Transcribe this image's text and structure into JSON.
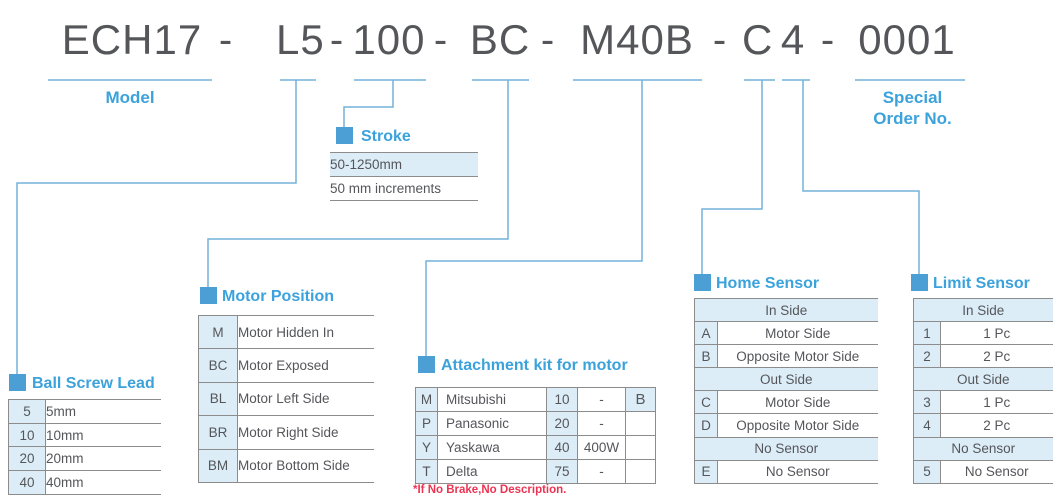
{
  "colors": {
    "accent_blue": "#3ba2db",
    "marker_blue": "#4c9fd5",
    "line_blue": "#74b2dc",
    "cell_bg_blue": "#dcedf8",
    "rule_gray": "#8c8c8c",
    "title_gray": "#55565a",
    "note_red": "#ee3352"
  },
  "model_number": {
    "full": "ECH17-L5-100-BC-M40B-C4-0001",
    "segments": [
      "ECH17",
      "-",
      "L5",
      "-",
      "100",
      "-",
      "BC",
      "-",
      "M40B",
      "-",
      "C",
      "4",
      "-",
      "0001"
    ]
  },
  "labels": {
    "model": "Model",
    "special_order_line1": "Special",
    "special_order_line2": "Order No."
  },
  "sections": {
    "stroke": {
      "title": "Stroke",
      "range": "50-1250mm",
      "increments": "50 mm increments"
    },
    "ball_screw_lead": {
      "title": "Ball Screw Lead",
      "rows": [
        {
          "code": "5",
          "label": "5mm"
        },
        {
          "code": "10",
          "label": "10mm"
        },
        {
          "code": "20",
          "label": "20mm"
        },
        {
          "code": "40",
          "label": "40mm"
        }
      ]
    },
    "motor_position": {
      "title": "Motor Position",
      "rows": [
        {
          "code": "M",
          "label": "Motor Hidden In"
        },
        {
          "code": "BC",
          "label": "Motor Exposed"
        },
        {
          "code": "BL",
          "label": "Motor Left Side"
        },
        {
          "code": "BR",
          "label": "Motor Right Side"
        },
        {
          "code": "BM",
          "label": "Motor Bottom Side"
        }
      ]
    },
    "attachment_kit": {
      "title": "Attachment kit for motor",
      "rows": [
        {
          "code": "M",
          "brand": "Mitsubishi",
          "power_code": "10",
          "watt": "-",
          "brake": "B"
        },
        {
          "code": "P",
          "brand": "Panasonic",
          "power_code": "20",
          "watt": "-",
          "brake": ""
        },
        {
          "code": "Y",
          "brand": "Yaskawa",
          "power_code": "40",
          "watt": "400W",
          "brake": ""
        },
        {
          "code": "T",
          "brand": "Delta",
          "power_code": "75",
          "watt": "-",
          "brake": ""
        }
      ],
      "note": "*If No Brake,No Description."
    },
    "home_sensor": {
      "title": "Home Sensor",
      "groups": [
        {
          "band": "In Side",
          "rows": [
            {
              "code": "A",
              "label": "Motor Side"
            },
            {
              "code": "B",
              "label": "Opposite Motor Side"
            }
          ]
        },
        {
          "band": "Out Side",
          "rows": [
            {
              "code": "C",
              "label": "Motor Side"
            },
            {
              "code": "D",
              "label": "Opposite Motor Side"
            }
          ]
        },
        {
          "band": "No Sensor",
          "rows": [
            {
              "code": "E",
              "label": "No Sensor"
            }
          ]
        }
      ]
    },
    "limit_sensor": {
      "title": "Limit Sensor",
      "groups": [
        {
          "band": "In Side",
          "rows": [
            {
              "code": "1",
              "label": "1 Pc"
            },
            {
              "code": "2",
              "label": "2 Pc"
            }
          ]
        },
        {
          "band": "Out Side",
          "rows": [
            {
              "code": "3",
              "label": "1 Pc"
            },
            {
              "code": "4",
              "label": "2 Pc"
            }
          ]
        },
        {
          "band": "No Sensor",
          "rows": [
            {
              "code": "5",
              "label": "No Sensor"
            }
          ]
        }
      ]
    }
  }
}
